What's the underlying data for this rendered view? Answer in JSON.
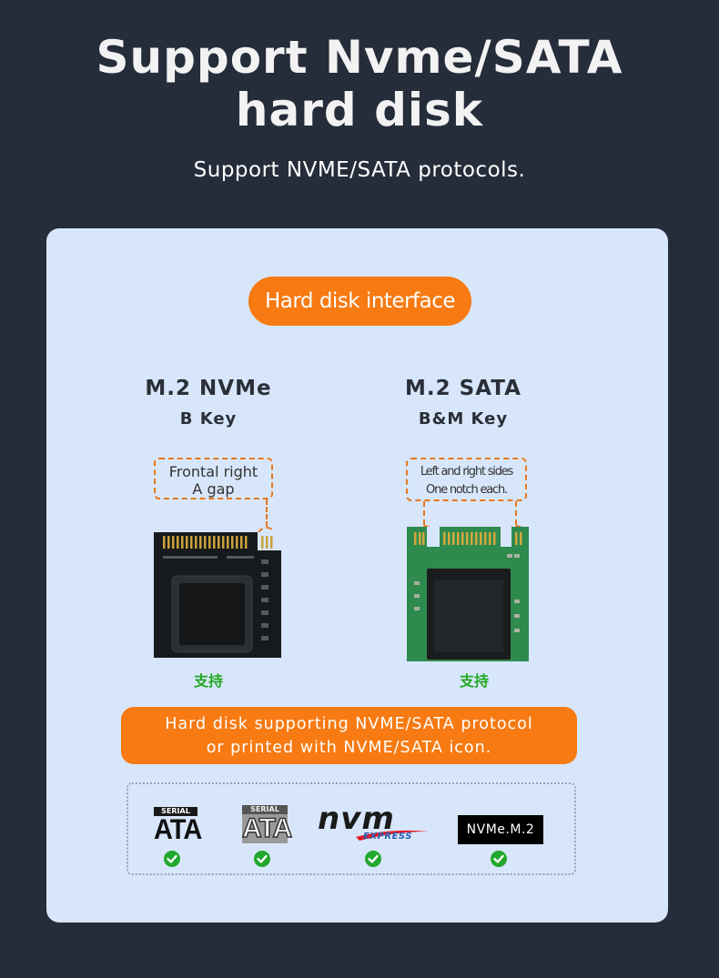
{
  "headline": {
    "line1": "Support Nvme/SATA",
    "line2": "hard disk"
  },
  "subheadline": "Support NVME/SATA protocols.",
  "panel": {
    "interface_pill": "Hard disk interface",
    "nvme": {
      "title": "M.2 NVMe",
      "key": "B Key",
      "callout": {
        "line1": "Frontal right",
        "line2": "A gap"
      },
      "support_label": "支持"
    },
    "sata": {
      "title": "M.2 SATA",
      "key": "B&M Key",
      "callout": {
        "line1": "Left and right sides",
        "line2": "One notch each."
      },
      "support_label": "支持"
    },
    "banner": {
      "line1": "Hard disk supporting NVME/SATA protocol",
      "line2": "or printed with NVME/SATA icon."
    },
    "logos": {
      "serial_ata_1": {
        "top": "SERIAL",
        "main": "ATA"
      },
      "serial_ata_2": {
        "top": "SERIAL",
        "main": "ATA"
      },
      "nvm_express": {
        "main": "nvm",
        "sub": "EXPRESS"
      },
      "nvme_m2": "NVMe.M.2"
    }
  },
  "colors": {
    "background": "#252c3a",
    "panel": "#d8e6fb",
    "accent": "#f77a12",
    "check": "#22a82e"
  },
  "icons": [
    "check-icon",
    "ssd-nvme-image",
    "ssd-sata-image",
    "serial-ata-logo",
    "nvm-express-logo"
  ]
}
